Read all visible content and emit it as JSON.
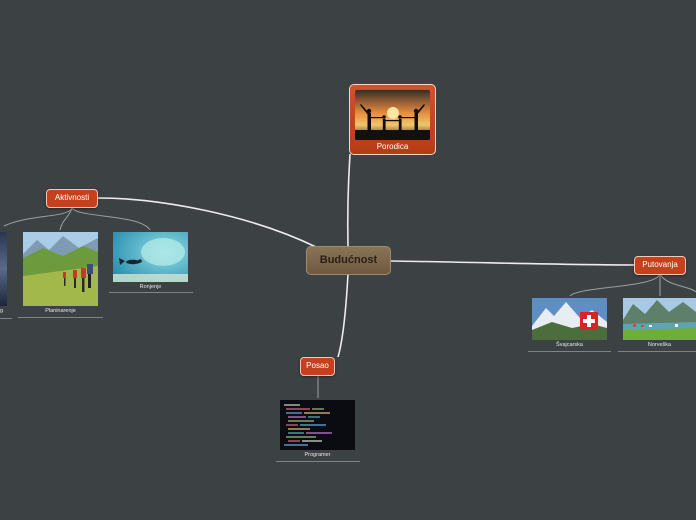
{
  "central": {
    "label": "Budućnost"
  },
  "topics": {
    "porodica": {
      "label": "Porodica"
    },
    "aktivnosti": {
      "label": "Aktivnosti"
    },
    "putovanja": {
      "label": "Putovanja"
    },
    "posao": {
      "label": "Posao"
    }
  },
  "subtopics": {
    "edge_item": {
      "label": "g"
    },
    "planinarenje": {
      "label": "Planinarenje"
    },
    "ronjenje": {
      "label": "Ronjenje"
    },
    "svajcarska": {
      "label": "Švajcarska"
    },
    "norveska": {
      "label": "Norveška"
    },
    "programer": {
      "label": "Programer"
    }
  },
  "colors": {
    "background": "#3c4143",
    "topic": "#c6401d",
    "central": "#7c664b",
    "connector": "#e9e9e9"
  }
}
